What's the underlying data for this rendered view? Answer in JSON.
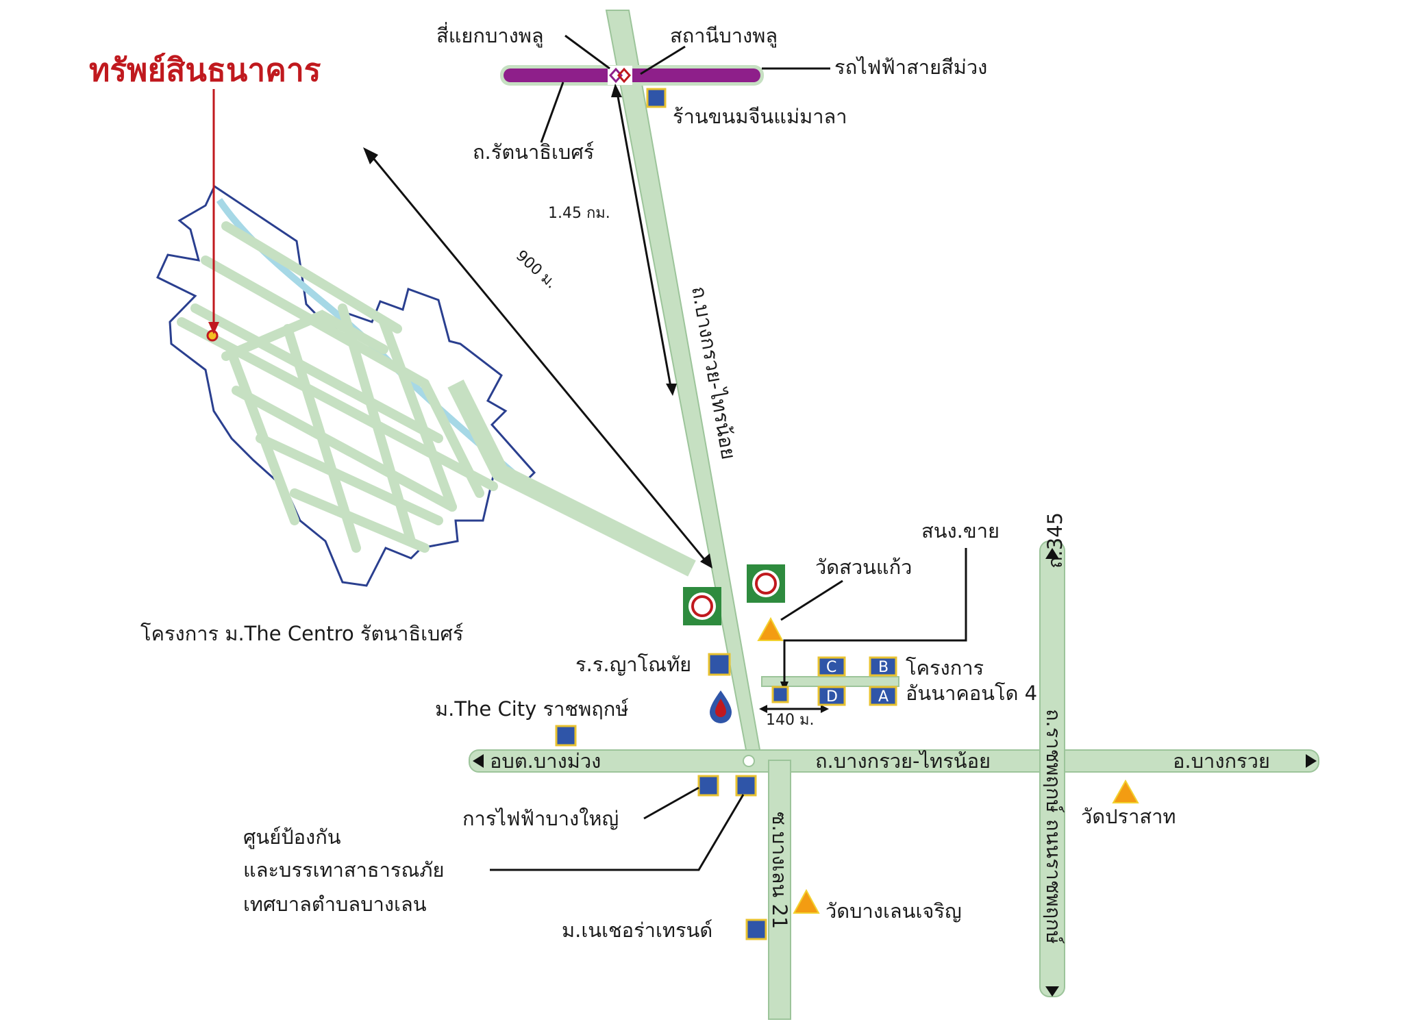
{
  "title": "ทรัพย์สินธนาคาร",
  "colors": {
    "title": "#c0191e",
    "road": "#c6e0c2",
    "purple_line": "#8e1f8a",
    "poi": "#2f55a8",
    "temple": "#f39c12",
    "project_outline": "#2a3f8f"
  },
  "labels": {
    "intersection_bang_phlu": "สี่แยกบางพลู",
    "station_bang_phlu": "สถานีบางพลู",
    "purple_line": "รถไฟฟ้าสายสีม่วง",
    "shop_khanom_jeen": "ร้านขนมจีนแม่มาลา",
    "rattanathibet_rd": "ถ.รัตนาธิเบศร์",
    "dist_145": "1.45 กม.",
    "dist_900": "900 ม.",
    "bang_kruai_sai_noi_vertical": "ถ.บางกรวย-ไทรน้อย",
    "project_centro": "โครงการ ม.The Centro รัตนาธิเบศร์",
    "police_station": "สนง.ขาย",
    "wat_suan_kaew": "วัดสวนแก้ว",
    "school_yanothai": "ร.ร.ญาโณทัย",
    "the_city": "ม.The City ราชพฤกษ์",
    "project_annacondo_1": "โครงการ",
    "project_annacondo_2": "อันนาคอนโด 4",
    "dist_140": "140 ม.",
    "rd_345": "ถ.345",
    "amphoe_bang_muang": "อบต.บางม่วง",
    "bang_kruai_sai_noi_horizontal": "ถ.บางกรวย-ไทรน้อย",
    "amphoe_bang_kruai": "อ.บางกรวย",
    "electricity_bang_yai": "การไฟฟ้าบางใหญ่",
    "wat_prasat": "วัดปราสาท",
    "disaster_center_1": "ศูนย์ป้องกัน",
    "disaster_center_2": "และบรรเทาสาธารณภัย",
    "disaster_center_3": "เทศบาลตำบลบางเลน",
    "soi_bang_len_21": "ซ.บางเลน 21",
    "wat_bang_len_charoen": "วัดบางเลนเจริญ",
    "nature_trend": "ม.เนเชอร่าเทรนด์",
    "ratchaphruek_rd": "ถ.ราชพฤกษ์ ถนนราชพฤกษ์",
    "building_c": "C",
    "building_b": "B",
    "building_d": "D",
    "building_a": "A"
  },
  "icons": {
    "station": "mrt-station-icon",
    "gas_station": "gas-station-icon",
    "fuel": "fuel-drop-icon",
    "temple": "temple-triangle-icon"
  }
}
